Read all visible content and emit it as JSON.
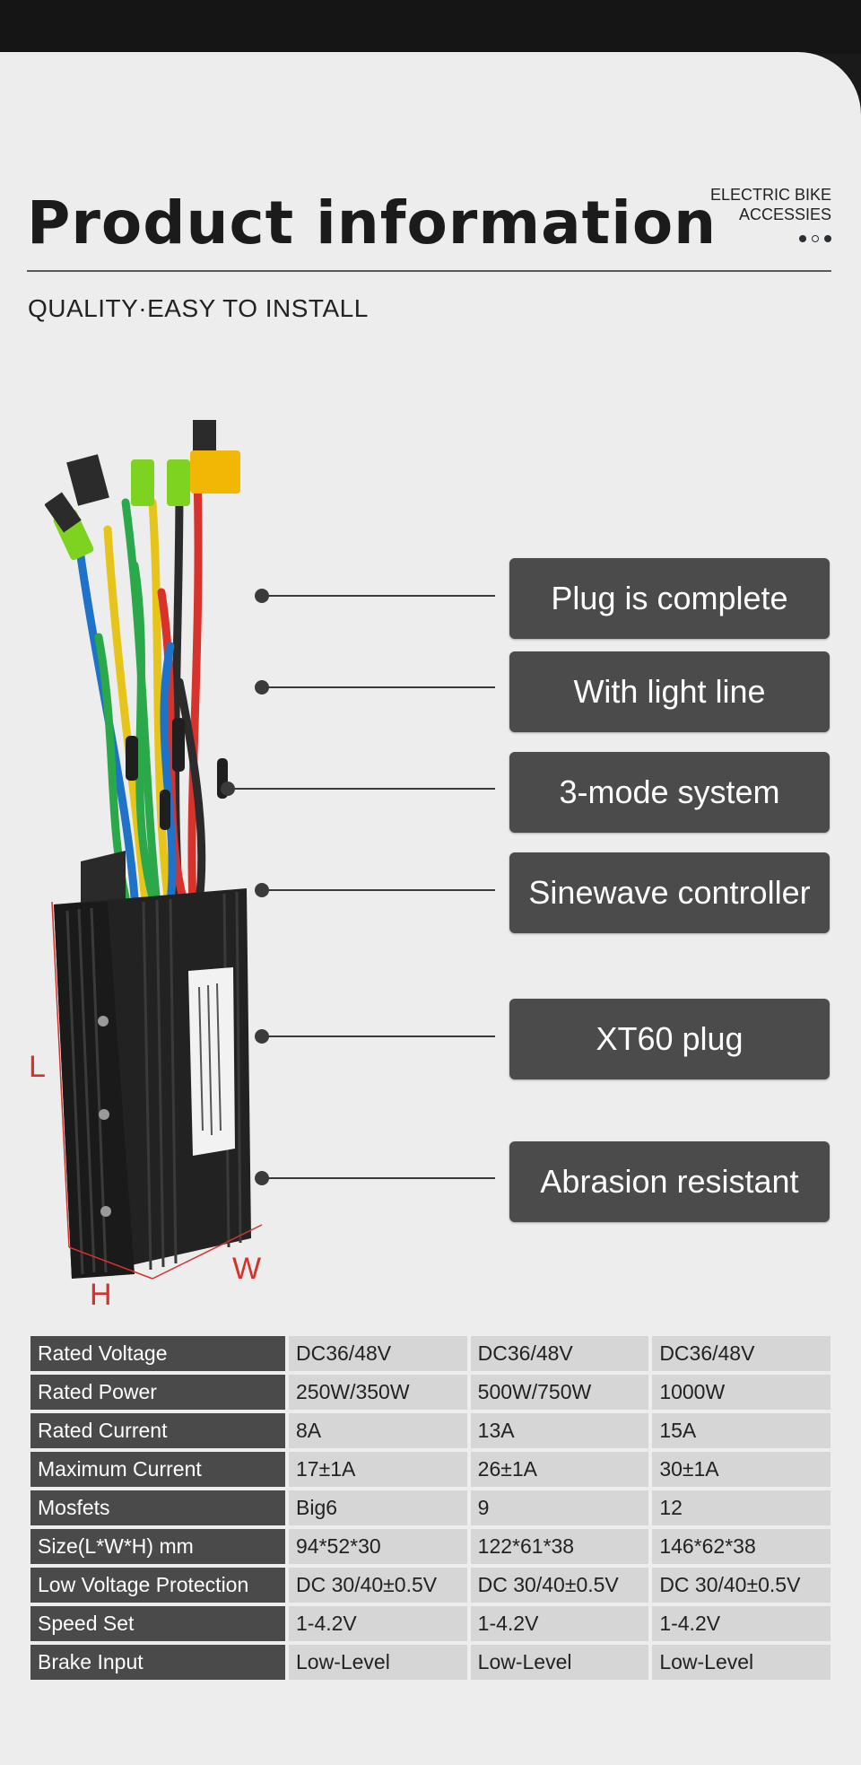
{
  "header": {
    "title": "Product information",
    "brand_line1": "ELECTRIC BIKE",
    "brand_line2": "ACCESSIES",
    "subtitle": "QUALITY·EASY TO INSTALL"
  },
  "features": [
    "Plug is complete",
    "With light line",
    "3-mode system",
    "Sinewave controller",
    "XT60 plug",
    "Abrasion resistant"
  ],
  "dimensions": {
    "length": "L",
    "width": "W",
    "height": "H"
  },
  "spec_table": [
    {
      "label": "Rated Voltage",
      "values": [
        "DC36/48V",
        "DC36/48V",
        "DC36/48V"
      ]
    },
    {
      "label": "Rated Power",
      "values": [
        "250W/350W",
        "500W/750W",
        "1000W"
      ]
    },
    {
      "label": "Rated Current",
      "values": [
        "8A",
        "13A",
        "15A"
      ]
    },
    {
      "label": "Maximum Current",
      "values": [
        "17±1A",
        "26±1A",
        "30±1A"
      ]
    },
    {
      "label": "Mosfets",
      "values": [
        "Big6",
        "9",
        "12"
      ]
    },
    {
      "label": "Size(L*W*H) mm",
      "values": [
        "94*52*30",
        "122*61*38",
        "146*62*38"
      ]
    },
    {
      "label": "Low Voltage Protection",
      "values": [
        "DC 30/40±0.5V",
        "DC 30/40±0.5V",
        "DC 30/40±0.5V"
      ]
    },
    {
      "label": "Speed Set",
      "values": [
        "1-4.2V",
        "1-4.2V",
        "1-4.2V"
      ]
    },
    {
      "label": "Brake Input",
      "values": [
        "Low-Level",
        "Low-Level",
        "Low-Level"
      ]
    }
  ],
  "colors": {
    "page_bg": "#ededed",
    "dark_label": "#4a4a4a",
    "value_cell": "#d6d6d6",
    "dimension_red": "#d4322c",
    "plug_yellow": "#f2b705",
    "connector_green": "#7ed321"
  }
}
